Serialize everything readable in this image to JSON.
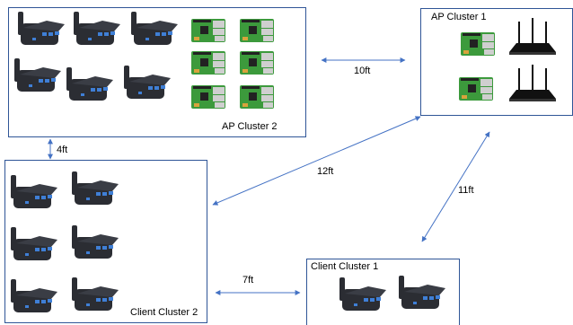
{
  "clusters": {
    "ap_cluster_2": {
      "label": "AP Cluster 2"
    },
    "ap_cluster_1": {
      "label": "AP Cluster 1"
    },
    "client_cluster_2": {
      "label": "Client Cluster 2"
    },
    "client_cluster_1": {
      "label": "Client Cluster 1"
    }
  },
  "links": {
    "ap2_ap1": {
      "distance": "10ft"
    },
    "ap2_client2": {
      "distance": "4ft"
    },
    "client2_ap1": {
      "distance": "12ft"
    },
    "client1_ap1": {
      "distance": "11ft"
    },
    "client2_client1": {
      "distance": "7ft"
    }
  },
  "colors": {
    "border": "#2f5597",
    "arrow": "#4472c4",
    "router_body": "#2b2d33",
    "router_port": "#3f7fd6",
    "pcb": "#3c9a3c",
    "pcb_chip": "#cfcfcf"
  },
  "icons": {
    "travel_router": "travel-router-icon",
    "raspberry_pi": "raspberry-pi-icon",
    "wifi_router": "wifi-router-icon"
  }
}
